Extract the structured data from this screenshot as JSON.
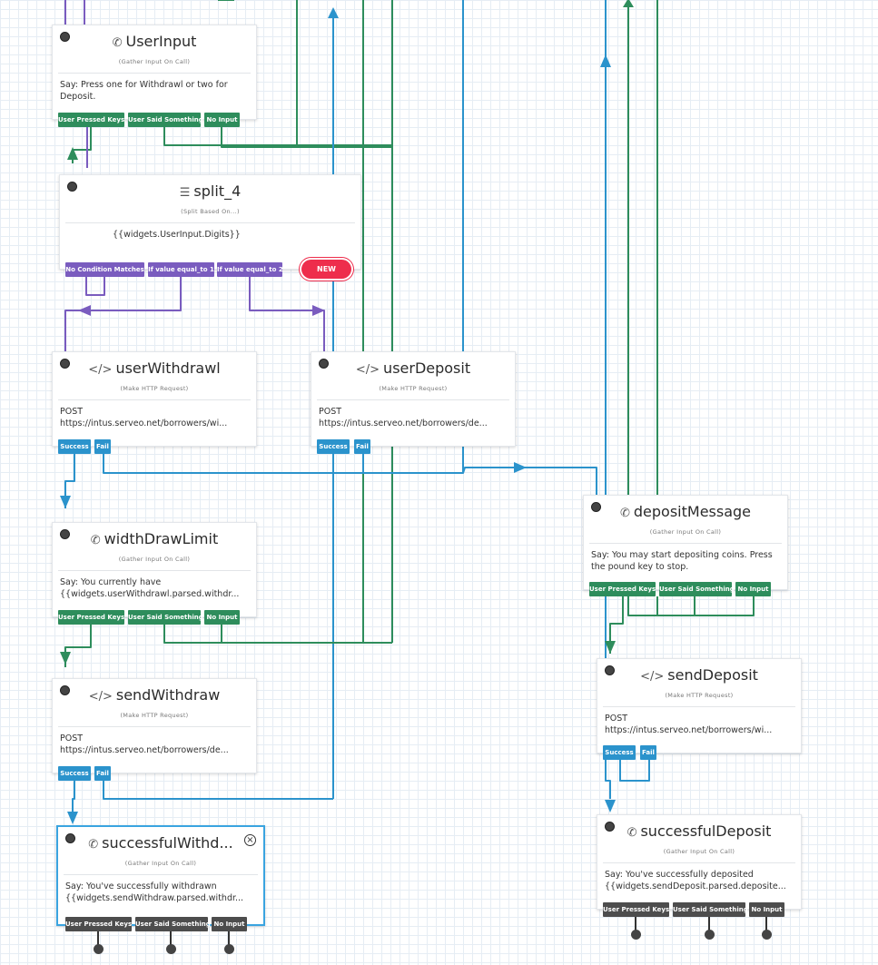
{
  "colors": {
    "green": "#2e8d5c",
    "blue": "#2b93cc",
    "purple": "#7a5cbf",
    "gray": "#4d4d4d",
    "new": "#ee2d4c",
    "select": "#3aa4e0"
  },
  "widgets": {
    "userInput": {
      "icon": "phone-icon",
      "title": "UserInput",
      "subtitle": "(Gather Input On Call)",
      "body": "Say: Press one for Withdrawl or two for Deposit.",
      "transitions": [
        "User Pressed Keys",
        "User Said Something",
        "No Input"
      ]
    },
    "split4": {
      "icon": "split-icon",
      "title": "split_4",
      "subtitle": "(Split Based On...)",
      "body": "{{widgets.UserInput.Digits}}",
      "transitions": [
        "No Condition Matches",
        "If value equal_to 1",
        "If value equal_to 2"
      ],
      "new_label": "NEW"
    },
    "userWithdrawl": {
      "icon": "code-icon",
      "title": "userWithdrawl",
      "subtitle": "(Make HTTP Request)",
      "body": "POST\nhttps://intus.serveo.net/borrowers/wi...",
      "transitions": [
        "Success",
        "Fail"
      ]
    },
    "userDeposit": {
      "icon": "code-icon",
      "title": "userDeposit",
      "subtitle": "(Make HTTP Request)",
      "body": "POST\nhttps://intus.serveo.net/borrowers/de...",
      "transitions": [
        "Success",
        "Fail"
      ]
    },
    "widthDrawLimit": {
      "icon": "phone-icon",
      "title": "widthDrawLimit",
      "subtitle": "(Gather Input On Call)",
      "body": "Say: You currently have\n{{widgets.userWithdrawl.parsed.withdr...",
      "transitions": [
        "User Pressed Keys",
        "User Said Something",
        "No Input"
      ]
    },
    "sendWithdraw": {
      "icon": "code-icon",
      "title": "sendWithdraw",
      "subtitle": "(Make HTTP Request)",
      "body": "POST\nhttps://intus.serveo.net/borrowers/de...",
      "transitions": [
        "Success",
        "Fail"
      ]
    },
    "successfulWithdraw": {
      "icon": "phone-icon",
      "title": "successfulWithd...",
      "subtitle": "(Gather Input On Call)",
      "body": "Say: You've successfully withdrawn\n{{widgets.sendWithdraw.parsed.withdr...",
      "transitions": [
        "User Pressed Keys",
        "User Said Something",
        "No Input"
      ]
    },
    "depositMessage": {
      "icon": "phone-icon",
      "title": "depositMessage",
      "subtitle": "(Gather Input On Call)",
      "body": "Say: You may start depositing coins. Press the pound key to stop.",
      "transitions": [
        "User Pressed Keys",
        "User Said Something",
        "No Input"
      ]
    },
    "sendDeposit": {
      "icon": "code-icon",
      "title": "sendDeposit",
      "subtitle": "(Make HTTP Request)",
      "body": "POST\nhttps://intus.serveo.net/borrowers/wi...",
      "transitions": [
        "Success",
        "Fail"
      ]
    },
    "successfulDeposit": {
      "icon": "phone-icon",
      "title": "successfulDeposit",
      "subtitle": "(Gather Input On Call)",
      "body": "Say: You've successfully deposited\n{{widgets.sendDeposit.parsed.deposite...",
      "transitions": [
        "User Pressed Keys",
        "User Said Something",
        "No Input"
      ]
    }
  }
}
